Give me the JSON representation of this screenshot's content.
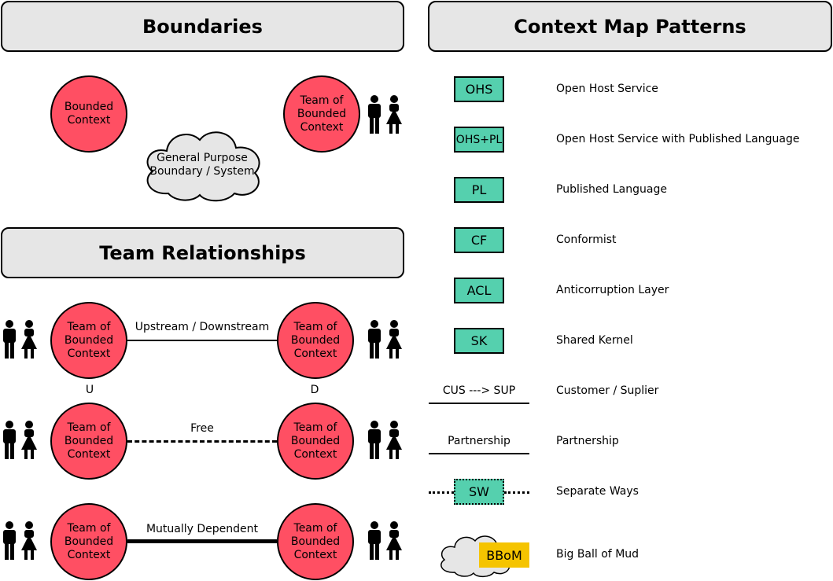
{
  "boundaries": {
    "title": "Boundaries",
    "bounded_context": "Bounded Context",
    "team_context": "Team of Bounded Context",
    "general_purpose": "General Purpose Boundary / System"
  },
  "team_relationships": {
    "title": "Team Relationships",
    "context_label": "Team of Bounded Context",
    "rows": [
      {
        "label": "Upstream / Downstream",
        "left_marker": "U",
        "right_marker": "D",
        "style": "solid"
      },
      {
        "label": "Free",
        "left_marker": "",
        "right_marker": "",
        "style": "dashed"
      },
      {
        "label": "Mutually Dependent",
        "left_marker": "",
        "right_marker": "",
        "style": "thick"
      }
    ]
  },
  "context_map": {
    "title": "Context Map Patterns",
    "patterns": [
      {
        "code": "OHS",
        "name": "Open Host Service"
      },
      {
        "code": "OHS+PL",
        "name": "Open Host Service with Published Language"
      },
      {
        "code": "PL",
        "name": "Published Language"
      },
      {
        "code": "CF",
        "name": "Conformist"
      },
      {
        "code": "ACL",
        "name": "Anticorruption Layer"
      },
      {
        "code": "SK",
        "name": "Shared Kernel"
      },
      {
        "code": "CUS ---> SUP",
        "name": "Customer / Suplier"
      },
      {
        "code": "Partnership",
        "name": "Partnership"
      },
      {
        "code": "SW",
        "name": "Separate Ways"
      },
      {
        "code": "BBoM",
        "name": "Big Ball of Mud"
      }
    ]
  },
  "colors": {
    "context_fill": "#ff4f63",
    "pattern_fill": "#55d0ae",
    "header_fill": "#e6e6e6",
    "cloud_fill": "#e6e6e6",
    "bbom_fill": "#f5c400"
  }
}
